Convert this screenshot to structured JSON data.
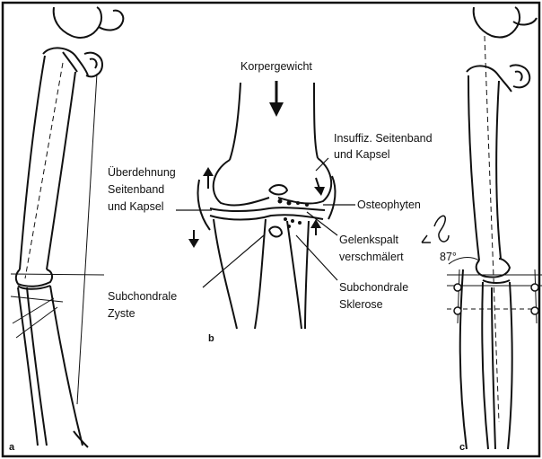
{
  "figure": {
    "panels": [
      "a",
      "b",
      "c"
    ],
    "labels": {
      "body_weight": "Korpergewicht",
      "insufficient_ligament": [
        "Insuffiz. Seitenband",
        "und Kapsel"
      ],
      "overstretching": [
        "Überdehnung",
        "Seitenband",
        "und Kapsel"
      ],
      "osteophytes": "Osteophyten",
      "joint_space": [
        "Gelenkspalt",
        "verschmälert"
      ],
      "subchondral_cyst": [
        "Subchondrale",
        "Zyste"
      ],
      "subchondral_sclerosis": [
        "Subchondrale",
        "Sklerose"
      ],
      "angle": "87°"
    }
  }
}
